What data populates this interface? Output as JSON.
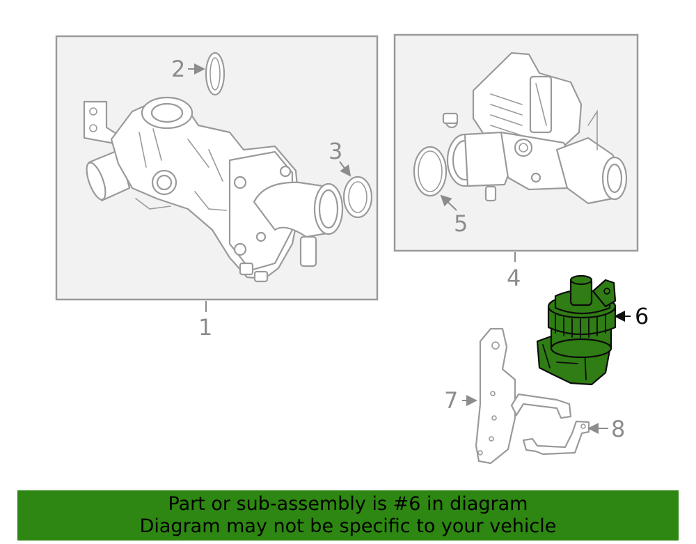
{
  "callouts": {
    "c1": "1",
    "c2": "2",
    "c3": "3",
    "c4": "4",
    "c5": "5",
    "c6": "6",
    "c7": "7",
    "c8": "8"
  },
  "highlight_color": "#2d8712",
  "banner": {
    "line1": "Part or sub-assembly is #6 in diagram",
    "line2": "Diagram may not be specific to your vehicle"
  }
}
